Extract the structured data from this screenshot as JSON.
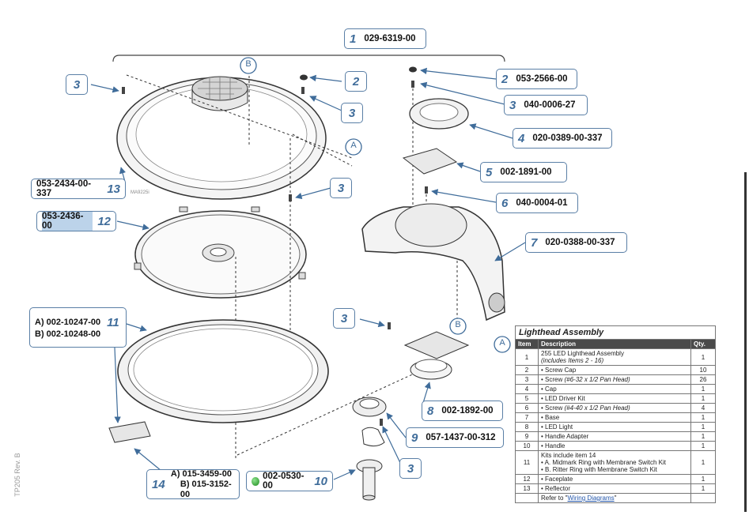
{
  "callouts": {
    "c1": {
      "num": "1",
      "pn": "029-6319-00"
    },
    "c2a": {
      "num": "2"
    },
    "c2b": {
      "num": "2",
      "pn": "053-2566-00"
    },
    "c3a": {
      "num": "3"
    },
    "c3b": {
      "num": "3"
    },
    "c3c": {
      "num": "3",
      "pn": "040-0006-27"
    },
    "c3d": {
      "num": "3"
    },
    "c3e": {
      "num": "3"
    },
    "c3f": {
      "num": "3"
    },
    "c4": {
      "num": "4",
      "pn": "020-0389-00-337"
    },
    "c5": {
      "num": "5",
      "pn": "002-1891-00"
    },
    "c6": {
      "num": "6",
      "pn": "040-0004-01"
    },
    "c7": {
      "num": "7",
      "pn": "020-0388-00-337"
    },
    "c8": {
      "num": "8",
      "pn": "002-1892-00"
    },
    "c9": {
      "num": "9",
      "pn": "057-1437-00-312"
    },
    "c10": {
      "num": "10",
      "pn": "002-0530-00"
    },
    "c11": {
      "num": "11",
      "pn_a": "A) 002-10247-00",
      "pn_b": "B) 002-10248-00"
    },
    "c12": {
      "num": "12",
      "pn": "053-2436-00"
    },
    "c13": {
      "num": "13",
      "pn": "053-2434-00-337"
    },
    "c14": {
      "num": "14",
      "pn_a": "A) 015-3459-00",
      "pn_b": "B) 015-3152-00"
    }
  },
  "markers": {
    "a": "A",
    "b": "B"
  },
  "drawing_code": "MA9225i",
  "side_label": "TP205 Rev. B",
  "table": {
    "title": "Lighthead Assembly",
    "headers": [
      "Item",
      "Description",
      "Qty."
    ],
    "rows": [
      {
        "item": "1",
        "desc": "255 LED Lighthead Assembly",
        "sub": "(includes Items 2 - 16)",
        "qty": "1"
      },
      {
        "item": "2",
        "desc": "• Screw Cap",
        "qty": "10"
      },
      {
        "item": "3",
        "desc": "• Screw",
        "desc_it": "(#6-32 x 1/2 Pan Head)",
        "qty": "26"
      },
      {
        "item": "4",
        "desc": "• Cap",
        "qty": "1"
      },
      {
        "item": "5",
        "desc": "• LED Driver Kit",
        "qty": "1"
      },
      {
        "item": "6",
        "desc": "• Screw",
        "desc_it": "(#4-40 x 1/2 Pan Head)",
        "qty": "4"
      },
      {
        "item": "7",
        "desc": "• Base",
        "qty": "1"
      },
      {
        "item": "8",
        "desc": "• LED Light",
        "qty": "1"
      },
      {
        "item": "9",
        "desc": "• Handle Adapter",
        "qty": "1"
      },
      {
        "item": "10",
        "desc": "• Handle",
        "qty": "1"
      },
      {
        "item": "11",
        "desc": "Kits include item 14",
        "line2": "• A. Midmark Ring with Membrane Switch Kit",
        "line3": "• B. Ritter Ring with Membrane Switch Kit",
        "qty": "1"
      },
      {
        "item": "12",
        "desc": "• Faceplate",
        "qty": "1"
      },
      {
        "item": "13",
        "desc": "• Reflector",
        "qty": "1"
      }
    ],
    "footer_prefix": "Refer to \"",
    "footer_link": "Wiring Diagrams",
    "footer_suffix": "\""
  }
}
